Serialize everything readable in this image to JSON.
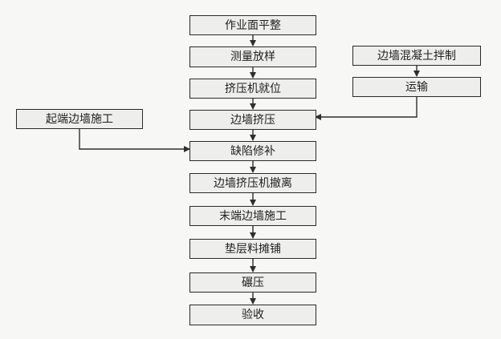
{
  "flowchart": {
    "main_steps": [
      "作业面平整",
      "测量放样",
      "挤压机就位",
      "边墙挤压",
      "缺陷修补",
      "边墙挤压机撤离",
      "末端边墙施工",
      "垫层料摊铺",
      "碾压",
      "验收"
    ],
    "right_branch": [
      "边墙混凝土拌制",
      "运输"
    ],
    "left_branch": [
      "起端边墙施工"
    ]
  }
}
